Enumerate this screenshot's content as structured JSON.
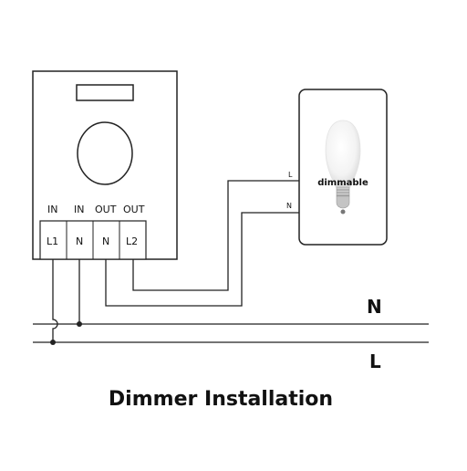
{
  "dimmer": {
    "terminal_headers": [
      "IN",
      "IN",
      "OUT",
      "OUT"
    ],
    "terminals": [
      "L1",
      "N",
      "N",
      "L2"
    ]
  },
  "lamp": {
    "wire_labels": [
      "L",
      "N"
    ],
    "label": "dimmable"
  },
  "lines": {
    "neutral_label": "N",
    "live_label": "L"
  },
  "title": "Dimmer Installation"
}
